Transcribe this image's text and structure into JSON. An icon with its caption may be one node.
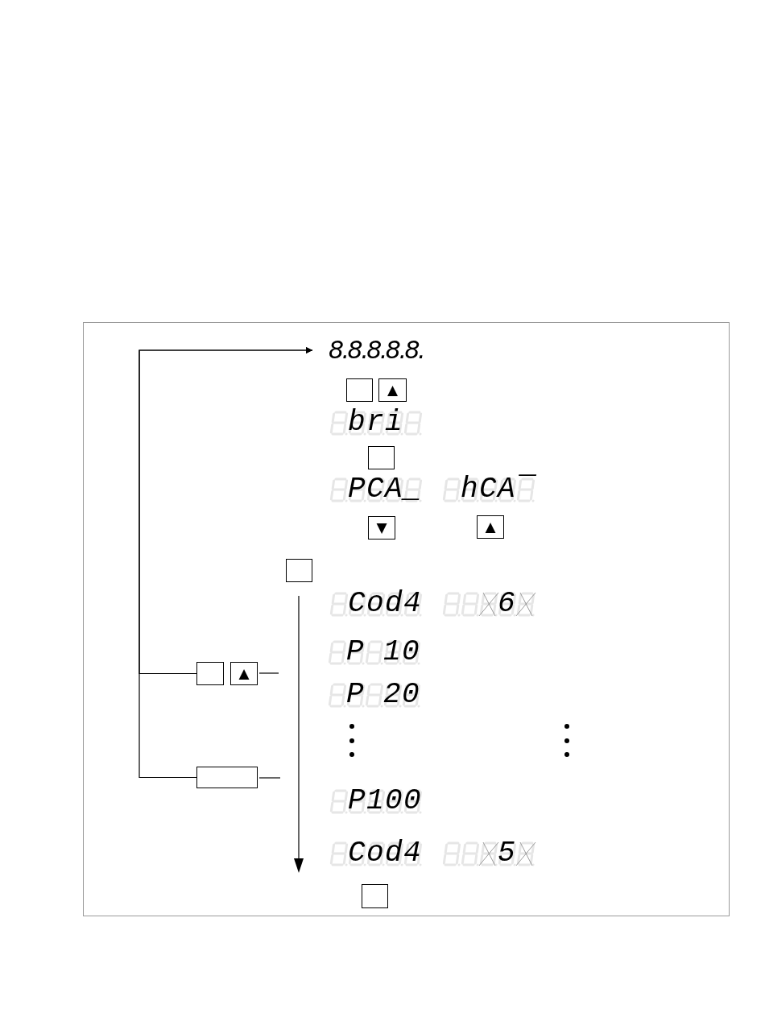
{
  "diagram": {
    "nodes": [
      {
        "text": [
          "8.8.8.8.8."
        ]
      },
      {
        "text": [],
        "shape": "box"
      },
      {
        "text": [
          "▲"
        ]
      },
      {
        "text": [
          "bri"
        ]
      },
      {
        "text": [],
        "shape": "box"
      },
      {
        "text": [
          "PCA_"
        ]
      },
      {
        "text": [
          "hCA‾"
        ]
      },
      {
        "text": [
          "▼"
        ]
      },
      {
        "text": [
          "▲"
        ]
      },
      {
        "text": [],
        "shape": "box"
      },
      {
        "text": [
          "Cod4"
        ]
      },
      {
        "text": [
          "6"
        ]
      },
      {
        "text": [
          "P 10"
        ]
      },
      {
        "text": [],
        "shape": "box"
      },
      {
        "text": [
          "▲"
        ]
      },
      {
        "text": [
          "P 20"
        ]
      },
      {
        "text": [],
        "shape": "box"
      },
      {
        "text": [
          "P100"
        ]
      },
      {
        "text": [
          "Cod4"
        ]
      },
      {
        "text": [
          "5"
        ]
      },
      {
        "text": [],
        "shape": "box"
      }
    ],
    "edges": [
      {
        "from": 13,
        "to": 0,
        "arrow": "to"
      },
      {
        "from": 16,
        "to": 0,
        "arrow": "to"
      }
    ]
  }
}
